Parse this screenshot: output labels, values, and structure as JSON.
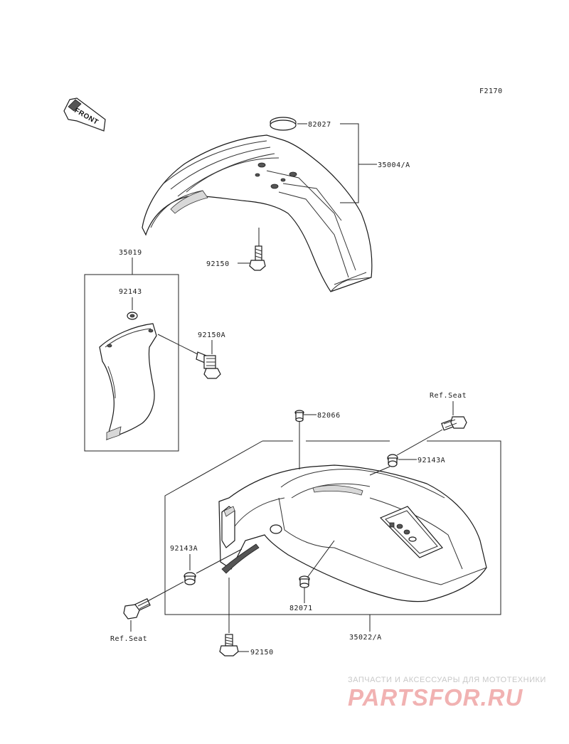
{
  "figure_code": "F2170",
  "front_marker": "FRONT",
  "parts": {
    "p82027": "82027",
    "p35004a": "35004/A",
    "p92150_top": "92150",
    "p35019": "35019",
    "p92143": "92143",
    "p92150a": "92150A",
    "ref_seat_top": "Ref.Seat",
    "p82066": "82066",
    "p92143a_right": "92143A",
    "p92143a_left": "92143A",
    "p82071": "82071",
    "ref_seat_bottom": "Ref.Seat",
    "p35022a": "35022/A",
    "p92150_bottom": "92150"
  },
  "watermark": {
    "subtitle": "ЗАПЧАСТИ И АКСЕССУАРЫ ДЛЯ МОТОТЕХНИКИ",
    "brand": "PARTSFOR.RU",
    "color": "#e88a8a"
  }
}
